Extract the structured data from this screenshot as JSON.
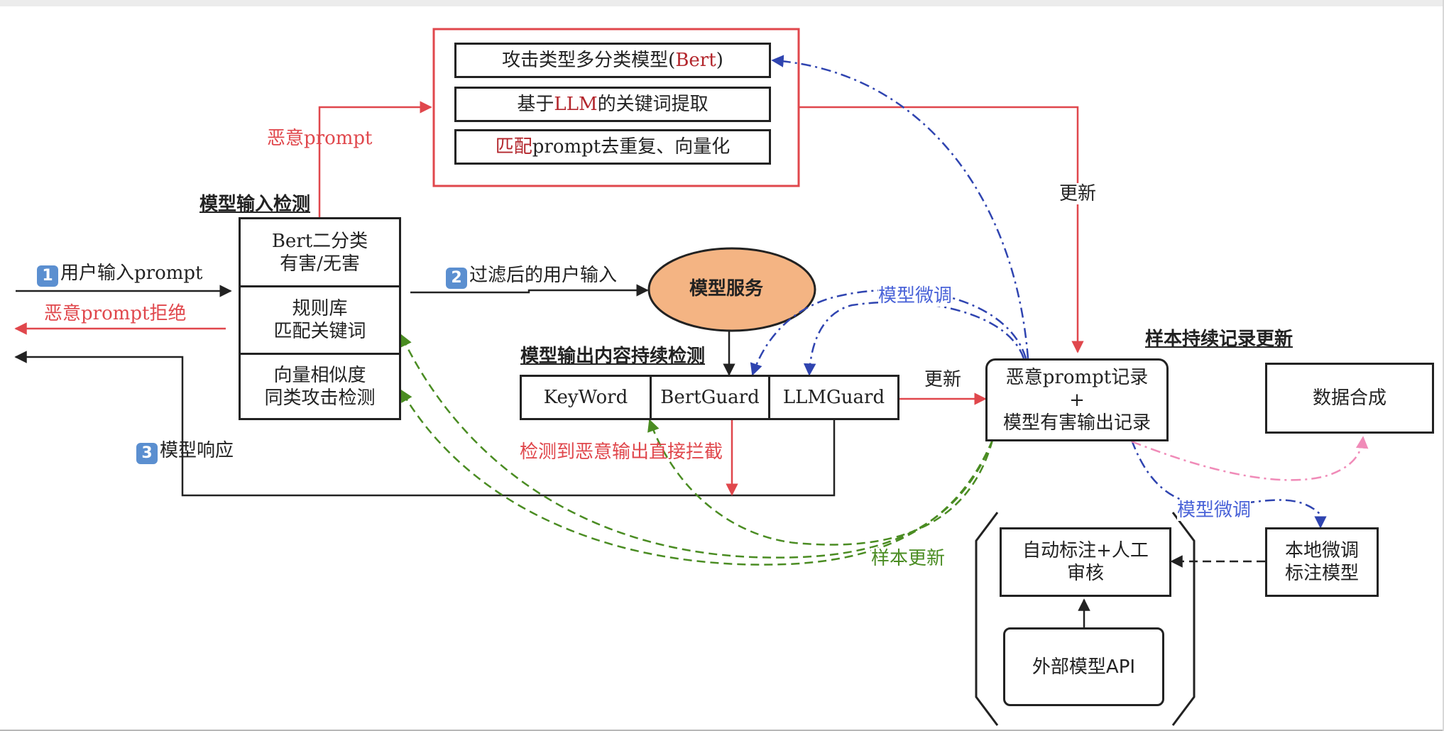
{
  "attack_panel": {
    "row1_pre": "攻击类型多分类模型(",
    "row1_hl": "Bert",
    "row1_post": ")",
    "row2_pre": "基于",
    "row2_hl": "LLM",
    "row2_post": "的关键词提取",
    "row3_hl": "匹配",
    "row3_post": "prompt去重复、向量化"
  },
  "input_check": {
    "title": "模型输入检测",
    "cell1": "Bert二分类\n有害/无害",
    "cell2": "规则库\n匹配关键词",
    "cell3": "向量相似度\n同类攻击检测"
  },
  "model_service": "模型服务",
  "output_check": {
    "title": "模型输出内容持续检测",
    "cell1": "KeyWord",
    "cell2": "BertGuard",
    "cell3": "LLMGuard"
  },
  "record_box": "恶意prompt记录\n+\n模型有害输出记录",
  "sample_title": "样本持续记录更新",
  "data_synth": "数据合成",
  "local_model": "本地微调\n标注模型",
  "auto_label": "自动标注+人工\n审核",
  "external_api": "外部模型API",
  "labels": {
    "step1_num": "1",
    "step1": "用户输入prompt",
    "reject": "恶意prompt拒绝",
    "step2_num": "2",
    "step2": "过滤后的用户输入",
    "step3_num": "3",
    "step3": "模型响应",
    "malicious_prompt": "恶意prompt",
    "update_right": "更新",
    "update_mid": "更新",
    "finetune_top": "模型微调",
    "finetune_bottom": "模型微调",
    "intercept": "检测到恶意输出直接拦截",
    "sample_update": "样本更新"
  },
  "colors": {
    "red": "#e0474c",
    "blue": "#2f44b0",
    "green": "#4a8c22",
    "pink": "#f08bb8",
    "black": "#222222",
    "service_fill": "#f4b483"
  }
}
